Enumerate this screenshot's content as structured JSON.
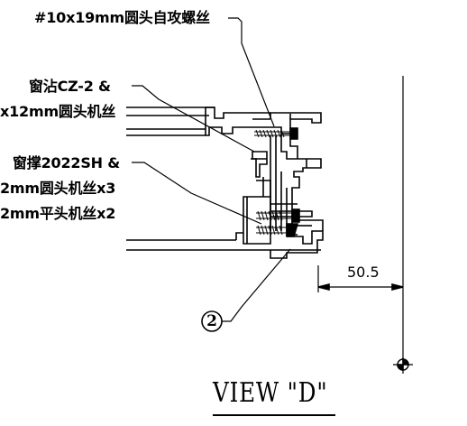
{
  "labels": {
    "screw_top": "#10x19mm圆头自攻螺丝",
    "sill_line1": "窗沾CZ-2 &",
    "sill_line2": "x12mm圆头机丝",
    "stay_line1": "窗撑2022SH &",
    "stay_line2": "2mm圆头机丝x3",
    "stay_line3": "2mm平头机丝x2"
  },
  "dimension": "50.5",
  "callout": "2",
  "view_title": "VIEW \"D\""
}
